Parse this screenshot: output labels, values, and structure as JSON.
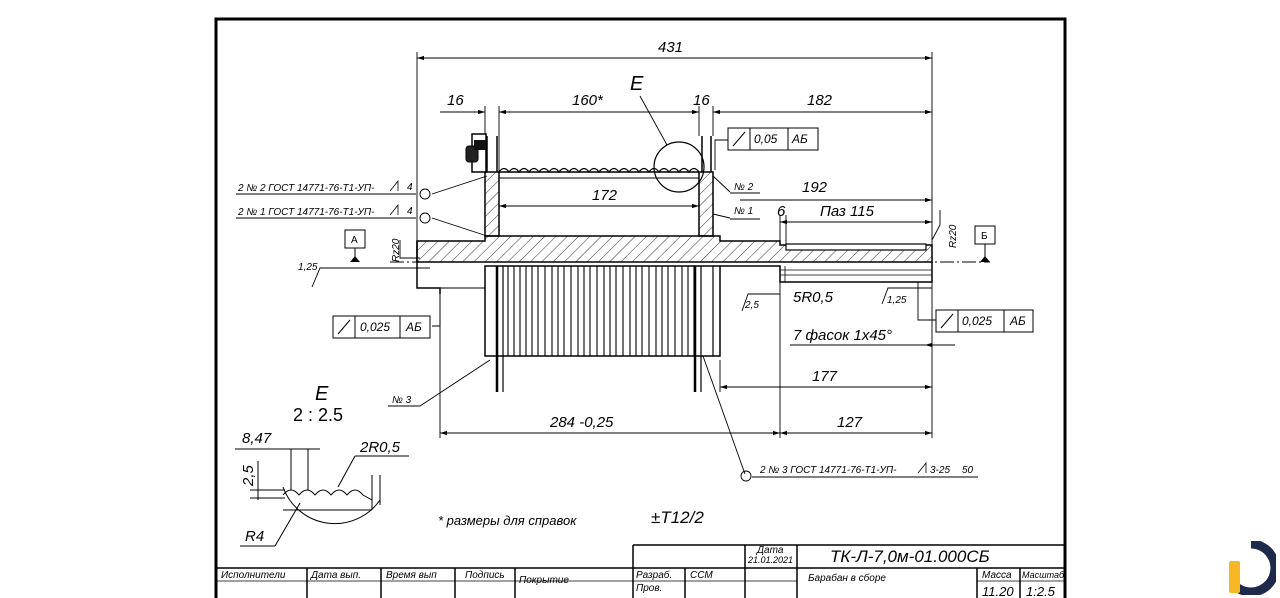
{
  "dimensions": {
    "total_length": "431",
    "flange_left": "16",
    "drum_length": "160*",
    "flange_right": "16",
    "shaft_right": "182",
    "inner_length": "172",
    "right_segment": "192",
    "keyway_offset": "6",
    "keyway": "Паз 115",
    "chamfers": "7 фасок 1х45°",
    "right_177": "177",
    "main_length": "284 -0,25",
    "right_127": "127",
    "radius_5": "5R0,5",
    "roughness_25": "2,5",
    "roughness_125_right": "1,25",
    "roughness_125_left": "1,25",
    "rz_left": "Rz20",
    "rz_right": "Rz20"
  },
  "datums": {
    "a": "А",
    "b": "Б",
    "e": "Е"
  },
  "tolerances": {
    "top": {
      "value": "0,05",
      "datum": "АБ"
    },
    "left": {
      "value": "0,025",
      "datum": "АБ"
    },
    "right": {
      "value": "0,025",
      "datum": "АБ"
    }
  },
  "welds": {
    "weld2": "2 № 2 ГОСТ 14771-76-Т1-УП-",
    "weld2_leg": "4",
    "weld1": "2 № 1 ГОСТ 14771-76-Т1-УП-",
    "weld1_leg": "4",
    "weld3": "2 № 3 ГОСТ 14771-76-Т1-УП-",
    "weld3_leg": "3-25",
    "weld3_pitch": "50"
  },
  "labels": {
    "no2": "№ 2",
    "no1": "№ 1",
    "no3": "№ 3"
  },
  "detail": {
    "title": "Е",
    "scale": "2 : 2.5",
    "pitch": "8,47",
    "depth": "2,5",
    "radius_top": "2R0,5",
    "radius_bottom": "R4"
  },
  "notes": {
    "reference": "* размеры для справок",
    "tolerance": "±Т12/2"
  },
  "title_block": {
    "date_label": "Дата",
    "date_value": "21.01.2021",
    "designation": "ТК-Л-7,0м-01.000СБ",
    "name": "Барабан в сборе",
    "mass_label": "Масса",
    "mass_value": "11.20",
    "scale_label": "Масштаб",
    "scale_value": "1:2.5",
    "razrab": "Разраб.",
    "razrab_name": "ССМ",
    "prov": "Пров.",
    "ispolniteli": "Исполнители",
    "data_vyp": "Дата вып.",
    "vremya_vyp": "Время вып",
    "podpis": "Подпись",
    "pokrytie": "Покрытие"
  },
  "colors": {
    "logo_yellow": "#F6B726",
    "logo_navy": "#1E2A4A"
  }
}
